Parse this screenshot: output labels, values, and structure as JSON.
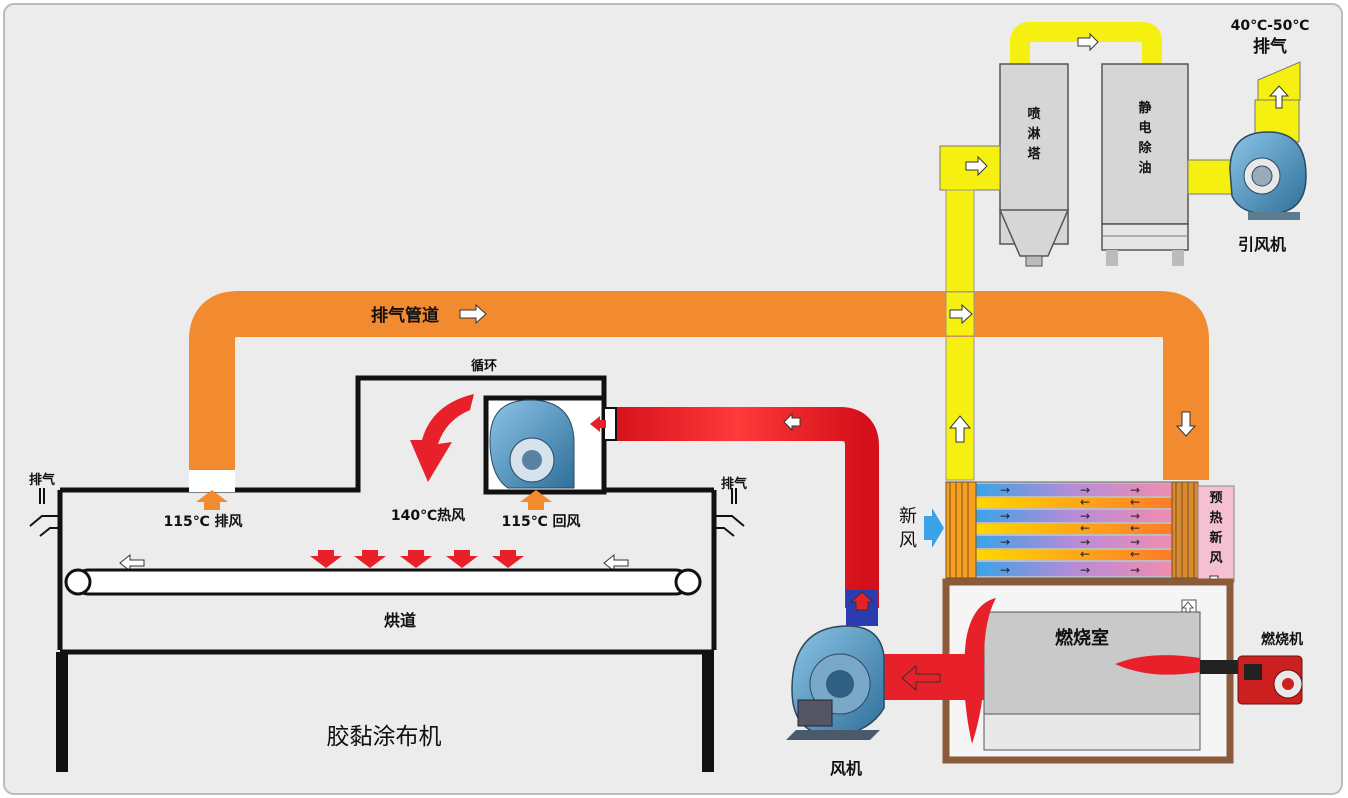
{
  "labels": {
    "exhaust_temp": "40℃-50℃",
    "exhaust_top": "排气",
    "spray_tower": "喷淋塔",
    "electrostatic": "静电除油",
    "induced_fan": "引风机",
    "exhaust_duct": "排气管道",
    "circulation": "循环",
    "hot_air_140": "140℃热风",
    "exhaust_115": "115℃ 排风",
    "return_115": "115℃ 回风",
    "exhaust_left": "排气",
    "exhaust_right": "排气",
    "fresh_air": "新风",
    "preheat_fresh_air": "预热新风",
    "combustion_chamber": "燃烧室",
    "burner": "燃烧机",
    "drying_tunnel": "烘道",
    "fan": "风机",
    "machine": "胶黏涂布机"
  },
  "colors": {
    "background": "#ececec",
    "exhaust_orange": "#f28a30",
    "clean_yellow": "#f5f00f",
    "hot_red": "#e8202a",
    "equipment_gray": "#d8d8d8",
    "fan_blue": "#4b86b0",
    "chamber_brown": "#8a5a3a",
    "preheat_pink": "#f5c0d0"
  }
}
